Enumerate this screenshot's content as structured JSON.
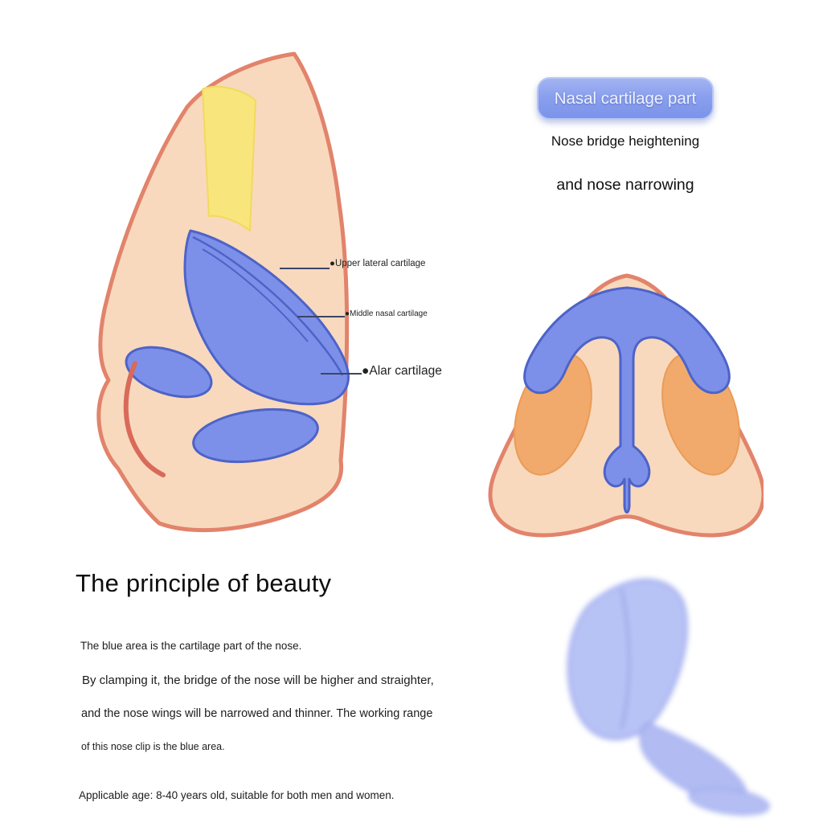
{
  "header": {
    "badge_label": "Nasal cartilage part",
    "line1": "Nose bridge heightening",
    "line2": "and nose narrowing"
  },
  "side_view": {
    "labels": [
      "●Upper lateral cartilage",
      "●Middle nasal cartilage",
      "●Alar cartilage"
    ]
  },
  "principle": {
    "title": "The principle of beauty",
    "lines": [
      "The blue area is the cartilage part of the nose.",
      "By clamping it, the bridge of the nose will be higher and straighter,",
      "and the nose wings will be narrowed and thinner. The working range",
      "of this nose clip is the blue area.",
      "Applicable age: 8-40 years old, suitable for both men and women."
    ]
  },
  "colors": {
    "skin": "#f8d9bd",
    "skin_outline": "#e2836b",
    "nasal_bone_yellow": "#f8e67c",
    "cartilage_blue": "#7d90e9",
    "cartilage_outline": "#4d63c8",
    "nostril_orange": "#f1aa6c",
    "badge_blue": "#8aa0ee",
    "render_blue": "#b5c0f5",
    "accent_red": "#d96a5a"
  }
}
